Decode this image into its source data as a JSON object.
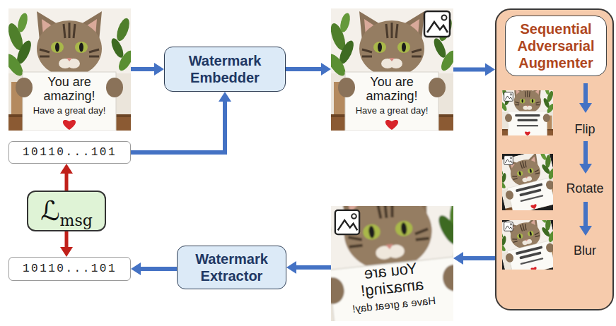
{
  "diagram": {
    "nodes": [
      {
        "text": [
          "You are amazing!",
          "Have a great day!"
        ]
      },
      {
        "text": [
          "Watermark Embedder"
        ]
      },
      {
        "text": [
          "You are amazing!",
          "Have a great day!"
        ]
      },
      {
        "text": [
          "Flip",
          "Rotate",
          "Blur"
        ]
      },
      {
        "text": [
          "Sequential Adversarial Augmenter"
        ],
        "in": 3
      },
      {
        "text": [
          "10110...101"
        ]
      },
      {
        "text": [
          "ℒ",
          "msg"
        ]
      },
      {
        "text": [
          "You are amazing!",
          "Have a great day!"
        ]
      },
      {
        "text": [
          "Watermark Extractor"
        ]
      },
      {
        "text": [
          "10110...101"
        ]
      }
    ],
    "edges": [
      {
        "from": 0,
        "to": 1,
        "arrow": "to"
      },
      {
        "from": 5,
        "to": 1,
        "arrow": "to"
      },
      {
        "from": 1,
        "to": 2,
        "arrow": "to"
      },
      {
        "from": 2,
        "to": 3,
        "arrow": "to"
      },
      {
        "from": 3,
        "to": 7,
        "arrow": "to"
      },
      {
        "from": 7,
        "to": 8,
        "arrow": "to"
      },
      {
        "from": 8,
        "to": 9,
        "arrow": "to"
      },
      {
        "from": 6,
        "to": 5,
        "arrow": "to"
      },
      {
        "from": 6,
        "to": 9,
        "arrow": "to"
      }
    ]
  }
}
